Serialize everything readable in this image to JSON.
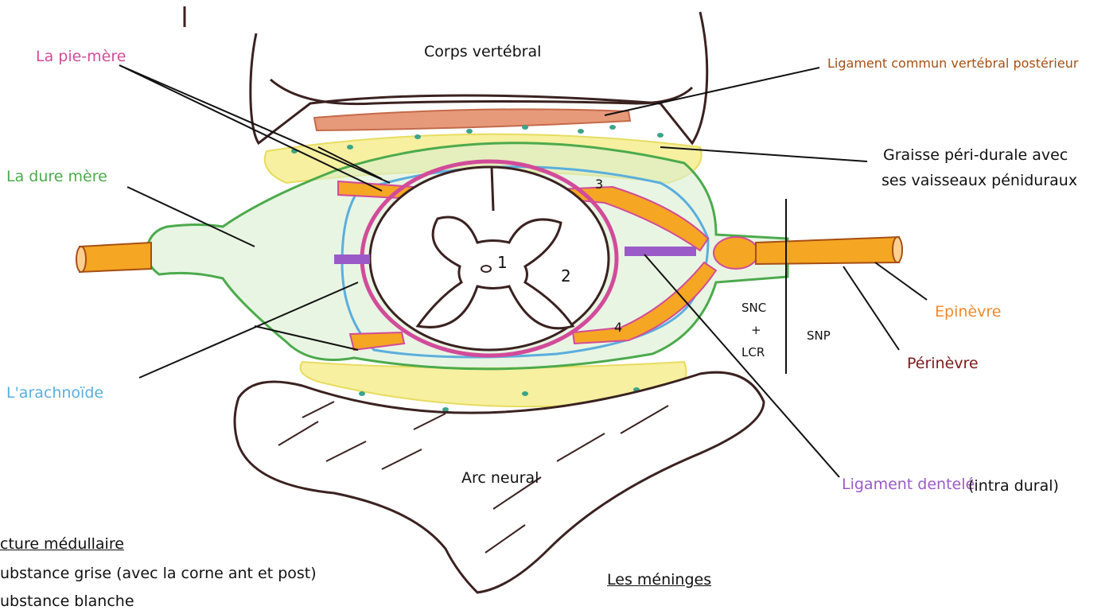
{
  "labels": {
    "corps_vertebral": "Corps vertébral",
    "ligament_commun": "Ligament commun vertébral postérieur",
    "pie_mere": "La pie-mère",
    "graisse_line1": "Graisse péri-durale avec",
    "graisse_line2": "ses vaisseaux péniduraux",
    "dure_mere": "La dure mère",
    "arachnoide": "L'arachnoïde",
    "epinevre": "Epinèvre",
    "perinevre": "Périnèvre",
    "snc": "SNC",
    "plus": "+",
    "lcr": "LCR",
    "snp": "SNP",
    "arc_neural": "Arc neural",
    "ligament_dentele": "Ligament dentelé",
    "intra_dural": "(intra dural)",
    "structure_title": "cture médullaire",
    "substance_grise": "ubstance grise (avec la corne ant et post)",
    "substance_blanche": "ubstance blanche",
    "meninges_title": "Les méninges"
  },
  "numbers": {
    "n1": "1",
    "n2": "2",
    "n3": "3",
    "n4": "4"
  },
  "colors": {
    "pie_mere": "#d24b9a",
    "dure_mere": "#4caa4c",
    "arachnoide": "#5aaede",
    "ligament": "#a64f14",
    "epinevre": "#f08a2a",
    "perinevre": "#7a1a1a",
    "dentele": "#9a5ac8",
    "fat": "#f3ec8a",
    "outline": "#3a2220"
  }
}
